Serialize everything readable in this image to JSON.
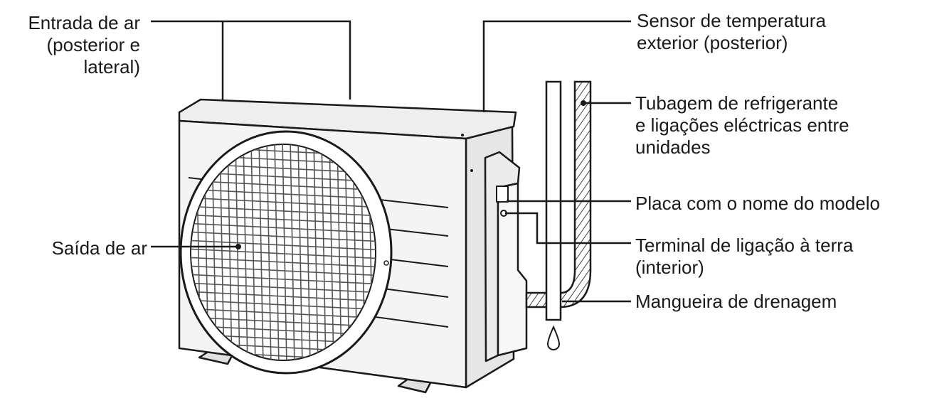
{
  "labels": {
    "air_inlet": [
      "Entrada de ar",
      "(posterior e",
      "lateral)"
    ],
    "air_outlet": [
      "Saída de ar"
    ],
    "temp_sensor": [
      "Sensor de temperatura",
      "exterior (posterior)"
    ],
    "refrigerant": [
      "Tubagem de refrigerante",
      "e ligações eléctricas entre",
      "unidades"
    ],
    "model_plate": [
      "Placa com o nome do modelo"
    ],
    "ground_terminal": [
      "Terminal de ligação à terra",
      "(interior)"
    ],
    "drain_hose": [
      "Mangueira de drenagem"
    ]
  },
  "colors": {
    "ink": "#1a1a1a",
    "unit_body": "#f4f4f4",
    "unit_shadow": "#dcdcdc",
    "grille": "#555555"
  }
}
